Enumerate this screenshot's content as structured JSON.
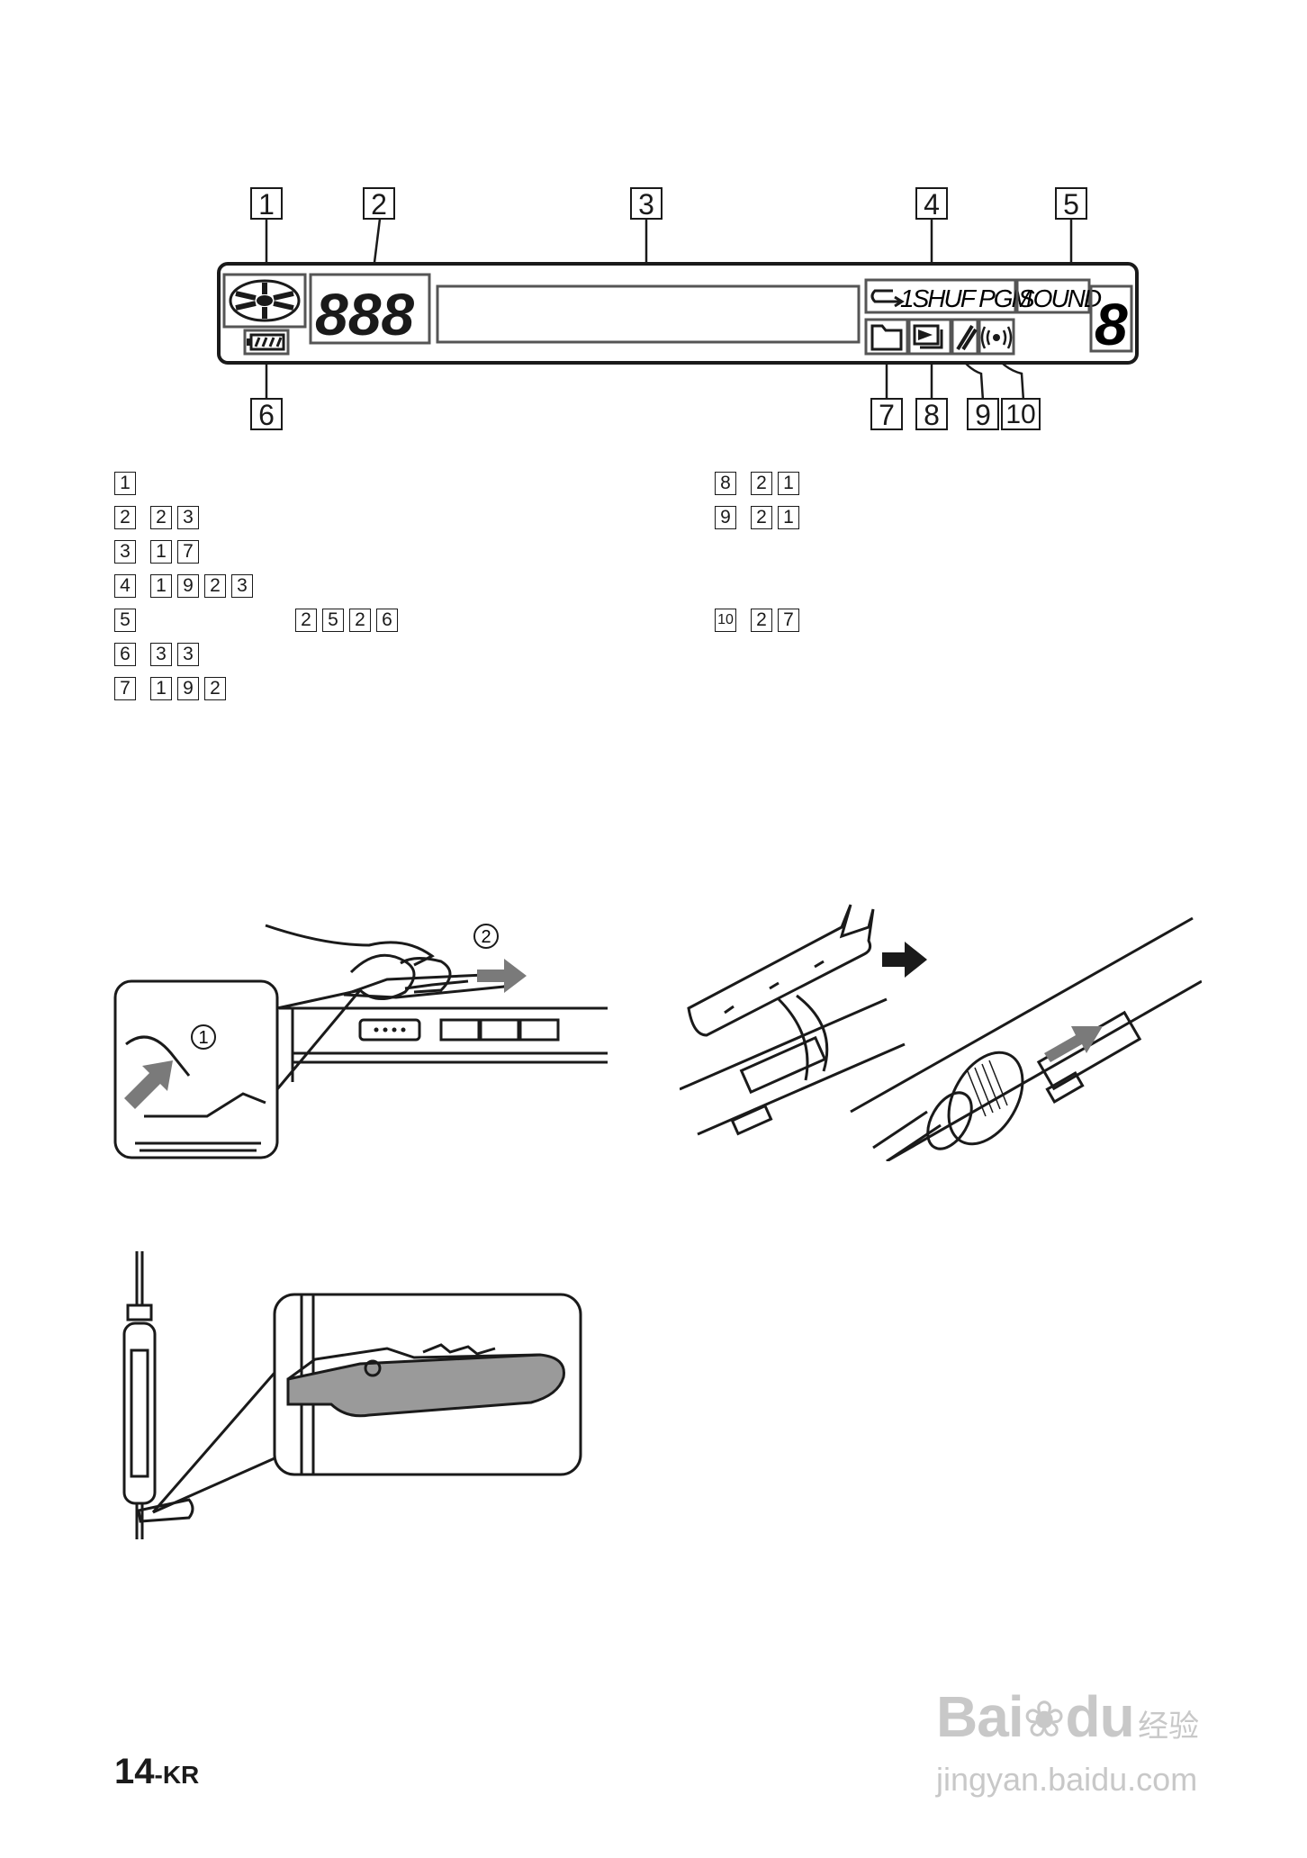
{
  "display": {
    "callouts": [
      "1",
      "2",
      "3",
      "4",
      "5",
      "6",
      "7",
      "8",
      "9",
      "10"
    ],
    "mode_text": "1SHUF PGM",
    "sound_text": "SOUND",
    "digits": "888",
    "single_digit": "8"
  },
  "refs": {
    "left": [
      {
        "num": "1",
        "pages": []
      },
      {
        "num": "2",
        "pages": [
          "2",
          "3"
        ]
      },
      {
        "num": "3",
        "pages": [
          "1",
          "7"
        ]
      },
      {
        "num": "4",
        "pages": [
          "1",
          "9",
          "2",
          "3"
        ]
      },
      {
        "num": "5",
        "pages": [
          "2",
          "5",
          "2",
          "6"
        ]
      },
      {
        "num": "6",
        "pages": [
          "3",
          "3"
        ]
      },
      {
        "num": "7",
        "pages": [
          "1",
          "9",
          "2"
        ]
      }
    ],
    "right": [
      {
        "num": "8",
        "pages": [
          "2",
          "1"
        ]
      },
      {
        "num": "9",
        "pages": [
          "2",
          "1"
        ]
      },
      {
        "num": "10",
        "pages": [
          "2",
          "7"
        ]
      }
    ]
  },
  "steps": {
    "step1": "①",
    "step2": "②"
  },
  "page": {
    "number": "14",
    "suffix": "-KR"
  },
  "watermark": {
    "brand": "Bai",
    "brand2": "du",
    "sub": "经验",
    "url": "jingyan.baidu.com"
  }
}
